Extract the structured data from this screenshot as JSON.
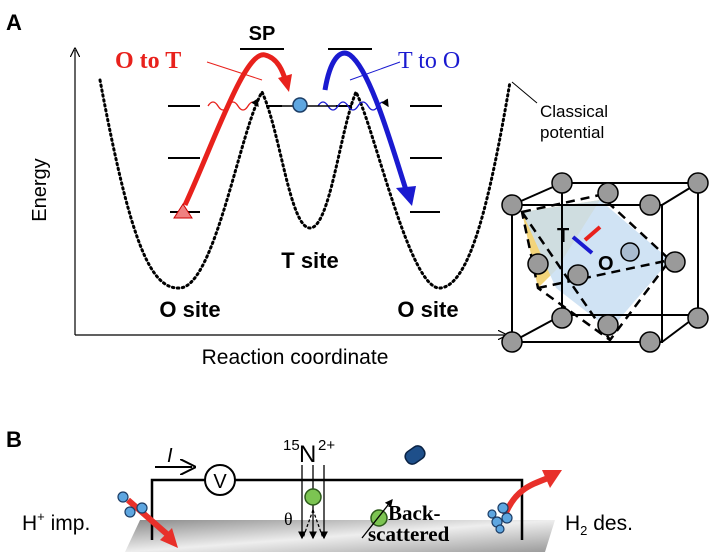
{
  "panel_a": {
    "label": "A",
    "saddle_point_label": "SP",
    "o_to_t_label": "O to T",
    "t_to_o_label": "T to O",
    "classical_potential_line1": "Classical",
    "classical_potential_line2": "potential",
    "y_axis_label": "Energy",
    "x_axis_label": "Reaction coordinate",
    "t_site_label": "T site",
    "o_site_left_label": "O site",
    "o_site_right_label": "O site",
    "crystal_t_label": "T",
    "crystal_o_label": "O"
  },
  "panel_b": {
    "label": "B",
    "current_label": "I",
    "voltmeter_label": "V",
    "ion_mass": "15",
    "ion_symbol": "N",
    "ion_charge": "2+",
    "angle_label": "θ",
    "backscattered_line1": "Back-",
    "backscattered_line2": "scattered",
    "h_implant_label": "H",
    "h_implant_sup": "+",
    "h_implant_suffix": " imp.",
    "h2_desorb_prefix": "H",
    "h2_desorb_sub": "2",
    "h2_desorb_suffix": " des."
  },
  "colors": {
    "o_to_t": "#e8211c",
    "t_to_o": "#1a1ad0",
    "atom": "#9a9a9a",
    "hydrogen": "#5ea6e0",
    "nitrogen": "#7cc452",
    "t_site_fill": "#f2cf6a",
    "o_site_fill": "#c8def2"
  }
}
